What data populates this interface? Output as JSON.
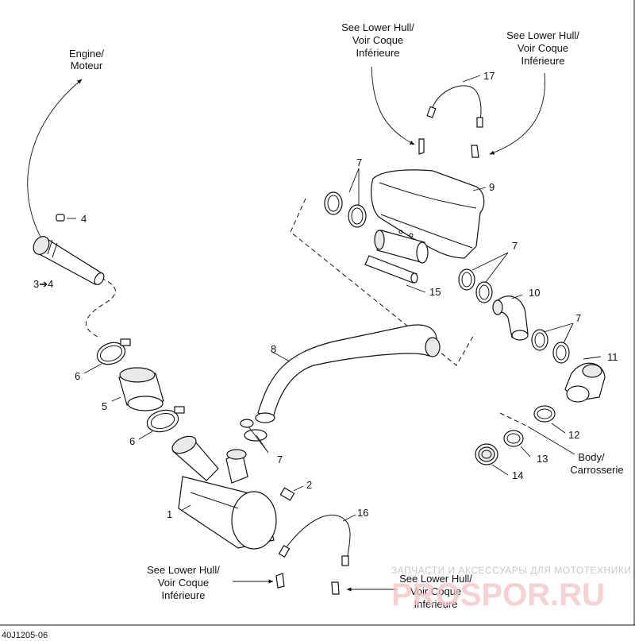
{
  "figure_code": "40J1205-06",
  "watermark": {
    "line1": "ЗАПЧАСТИ И АКСЕССУАРЫ ДЛЯ МОТОТЕХНИКИ",
    "brand_part1": "PRO",
    "brand_part2": "SPOR",
    "brand_part3": ".RU"
  },
  "callouts": {
    "engine": [
      "Engine/",
      "Moteur"
    ],
    "lower_hull_top_left": [
      "See Lower Hull/",
      "Voir Coque",
      "Inférieure"
    ],
    "lower_hull_top_right": [
      "See Lower Hull/",
      "Voir Coque",
      "Inférieure"
    ],
    "lower_hull_bottom_left": [
      "See Lower Hull/",
      "Voir Coque",
      "Inférieure"
    ],
    "lower_hull_bottom_right": [
      "See Lower Hull/",
      "Voir Coque",
      "Inférieure"
    ],
    "body": [
      "Body/",
      "Carrosserie"
    ]
  },
  "part_numbers": {
    "p1": "1",
    "p2": "2",
    "p3_4": "3➔4",
    "p4": "4",
    "p5": "5",
    "p6a": "6",
    "p6b": "6",
    "p7a": "7",
    "p7b": "7",
    "p7c": "7",
    "p7d": "7",
    "p8": "8",
    "p9": "9",
    "p10": "10",
    "p11": "11",
    "p12": "12",
    "p13": "13",
    "p14": "14",
    "p15": "15",
    "p16": "16",
    "p17": "17"
  }
}
